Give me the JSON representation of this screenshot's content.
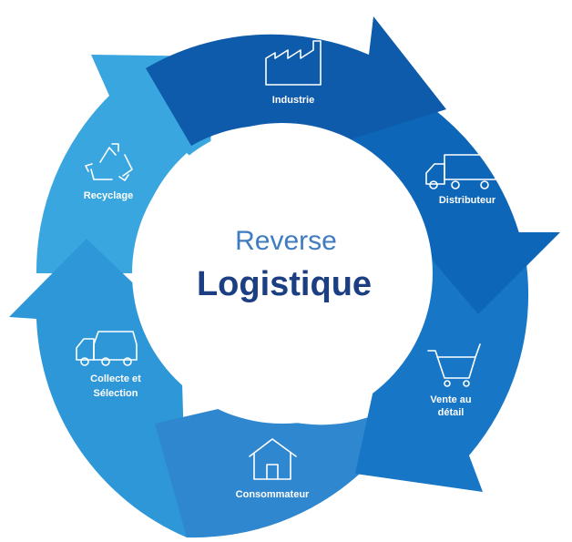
{
  "center": {
    "line1": "Reverse",
    "line2": "Logistique"
  },
  "stages": [
    {
      "label_lines": [
        "Industrie"
      ],
      "icon": "factory-icon",
      "color": "#0f5bab"
    },
    {
      "label_lines": [
        "Distributeur"
      ],
      "icon": "truck-icon",
      "color": "#0e66b9"
    },
    {
      "label_lines": [
        "Vente au",
        "détail"
      ],
      "icon": "shopping-cart-icon",
      "color": "#1776c6"
    },
    {
      "label_lines": [
        "Consommateur"
      ],
      "icon": "house-icon",
      "color": "#2f87cf"
    },
    {
      "label_lines": [
        "Collecte et",
        "Sélection"
      ],
      "icon": "truck-icon",
      "color": "#2e97d8"
    },
    {
      "label_lines": [
        "Recyclage"
      ],
      "icon": "recycle-icon",
      "color": "#3aa6df"
    }
  ]
}
